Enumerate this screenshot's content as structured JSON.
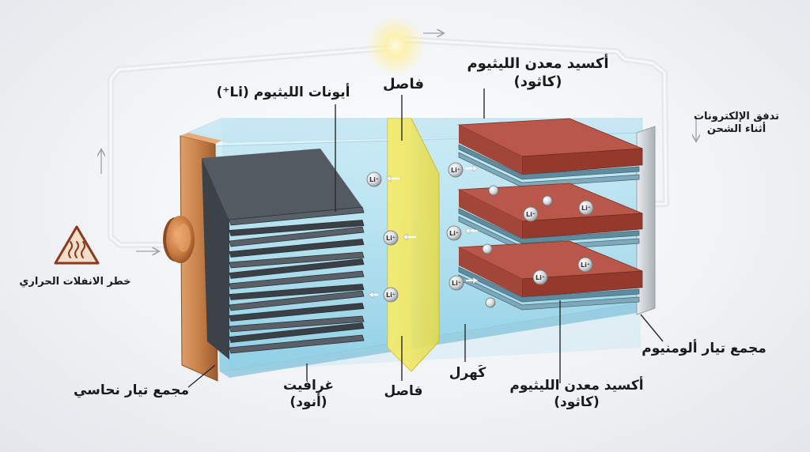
{
  "labels": {
    "lithium_ions": "أيونات الليثيوم (Li⁺)",
    "separator_top": "فاصل",
    "cathode_top_line1": "أكسيد معدن الليثيوم",
    "cathode_top_line2": "(كاثود)",
    "electron_flow_line1": "تدفق الإلكترونات",
    "electron_flow_line2": "أثناء الشحن",
    "thermal_runaway": "خطر الانفلات الحراري",
    "aluminium_collector": "مجمع تيار ألومنيوم",
    "cathode_bottom_line1": "أكسيد معدن الليثيوم",
    "cathode_bottom_line2": "(كاثود)",
    "electrolyte": "كَهرل",
    "separator_bottom": "فاصل",
    "graphite_line1": "غرافيت",
    "graphite_line2": "(أنود)",
    "copper_collector": "مجمع تيار نحاسي"
  },
  "ion_symbol": "Li⁺",
  "icons": {
    "warning": "heat-warning-triangle-icon",
    "glow": "light-glow"
  },
  "colors": {
    "copper": "#c8804a",
    "graphite": "#4a4f57",
    "separator": "#ebe254",
    "cathode": "#a9473a",
    "electrolyte": "#8fd3e9",
    "aluminium": "#cfd3d8",
    "warning_fill": "#f4ddc9",
    "warning_stroke": "#8a3a1c",
    "wire": "#e8eaec"
  }
}
